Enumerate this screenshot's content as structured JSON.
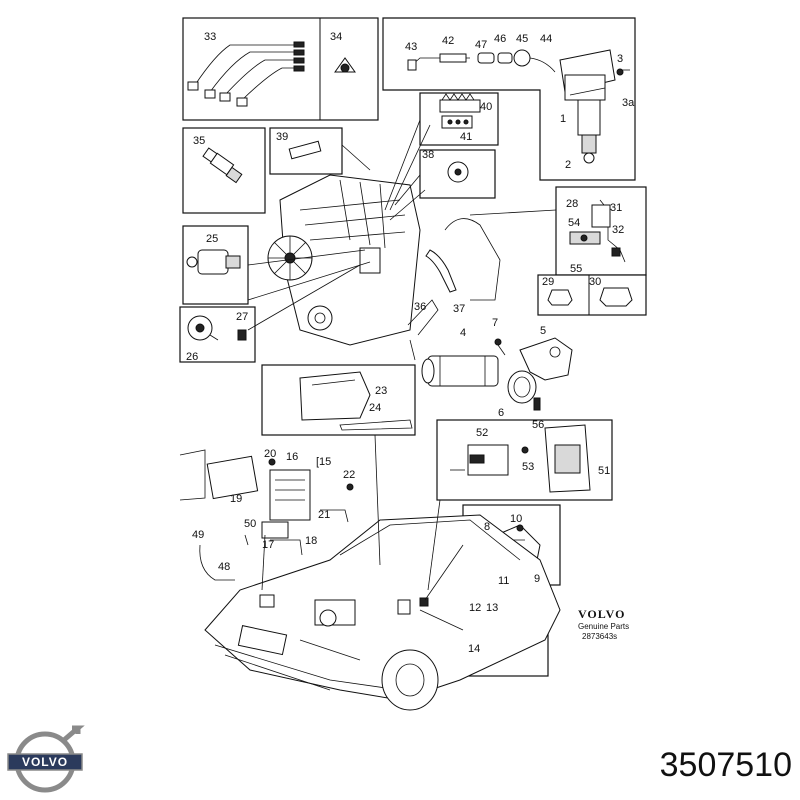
{
  "callouts": {
    "c1": "1",
    "c2": "2",
    "c3": "3",
    "c3a": "3a",
    "c4": "4",
    "c5": "5",
    "c6": "6",
    "c7": "7",
    "c8": "8",
    "c9": "9",
    "c10": "10",
    "c11": "11",
    "c12": "12",
    "c13": "13",
    "c14": "14",
    "c15": "15",
    "c16": "16",
    "c17": "17",
    "c18": "18",
    "c19": "19",
    "c20": "20",
    "c21": "21",
    "c22": "22",
    "c23": "23",
    "c24": "24",
    "c25": "25",
    "c26": "26",
    "c27": "27",
    "c28": "28",
    "c29": "29",
    "c30": "30",
    "c31": "31",
    "c32": "32",
    "c33": "33",
    "c34": "34",
    "c35": "35",
    "c36": "36",
    "c37": "37",
    "c38": "38",
    "c39": "39",
    "c40": "40",
    "c41": "41",
    "c42": "42",
    "c43": "43",
    "c44": "44",
    "c45": "45",
    "c46": "46",
    "c47": "47",
    "c48": "48",
    "c49": "49",
    "c50": "50",
    "c51": "51",
    "c52": "52",
    "c53": "53",
    "c54": "54",
    "c55": "55",
    "c56": "56"
  },
  "genuine_parts": {
    "brand": "VOLVO",
    "label": "Genuine Parts",
    "code": "2873643s"
  },
  "logo": {
    "text": "VOLVO"
  },
  "part_number": "3507510",
  "colors": {
    "ink": "#111111",
    "logo_ring": "#8a8a8a",
    "logo_band": "#2b3a5c"
  }
}
